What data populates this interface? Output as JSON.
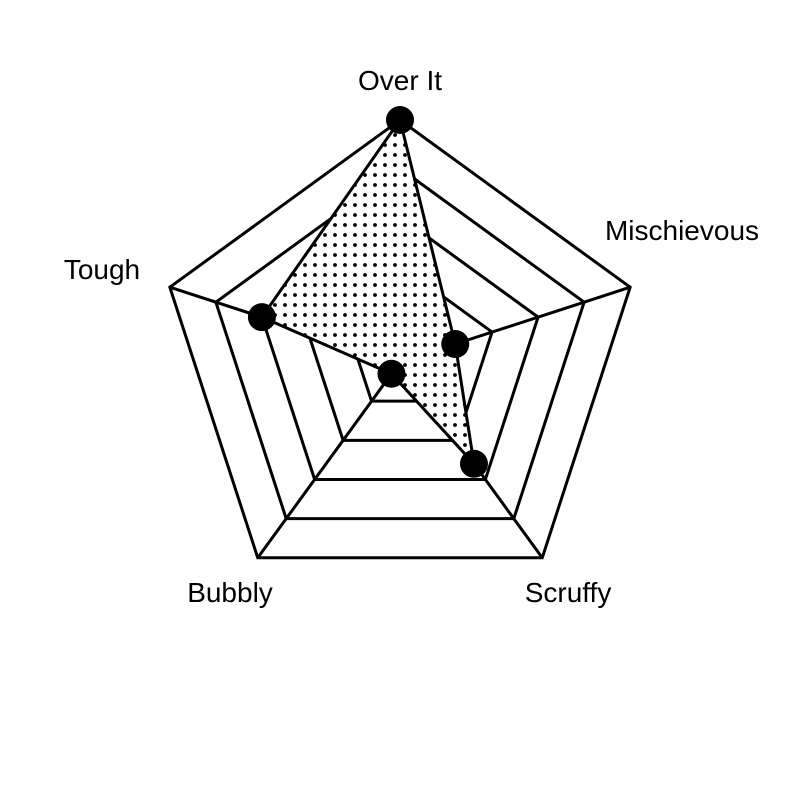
{
  "chart_data": {
    "type": "radar",
    "axes": [
      "Over It",
      "Mischievous",
      "Scruffy",
      "Bubbly",
      "Tough"
    ],
    "rings": 5,
    "range": [
      0,
      5
    ],
    "series": [
      {
        "values": [
          5,
          1.2,
          2.6,
          0.3,
          3.0
        ]
      }
    ],
    "colors": {
      "line": "#000000",
      "fill_pattern": "dots",
      "point": "#000000"
    },
    "grid": true,
    "legend": "none"
  }
}
